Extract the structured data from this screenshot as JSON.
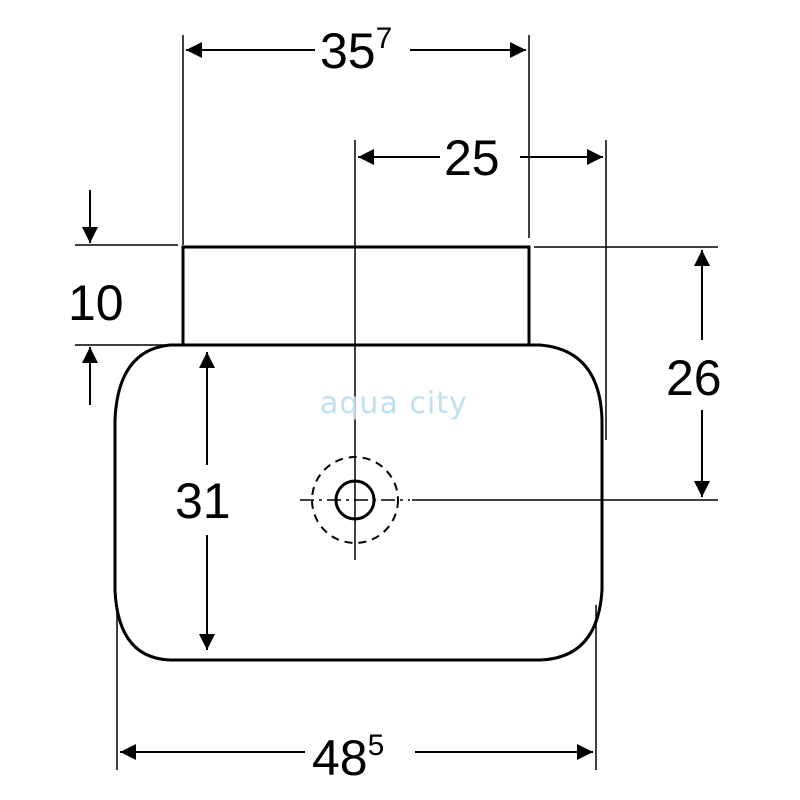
{
  "dimensions": {
    "top_width": {
      "main": "35",
      "sup": "7"
    },
    "tap_offset": {
      "main": "25",
      "sup": ""
    },
    "top_height": {
      "main": "10",
      "sup": ""
    },
    "depth_to_tap": {
      "main": "26",
      "sup": ""
    },
    "inner_depth": {
      "main": "31",
      "sup": ""
    },
    "overall_width": {
      "main": "48",
      "sup": "5"
    }
  },
  "watermark": "aqua city",
  "colors": {
    "line": "#000000",
    "watermark": "#bfe1ef"
  }
}
